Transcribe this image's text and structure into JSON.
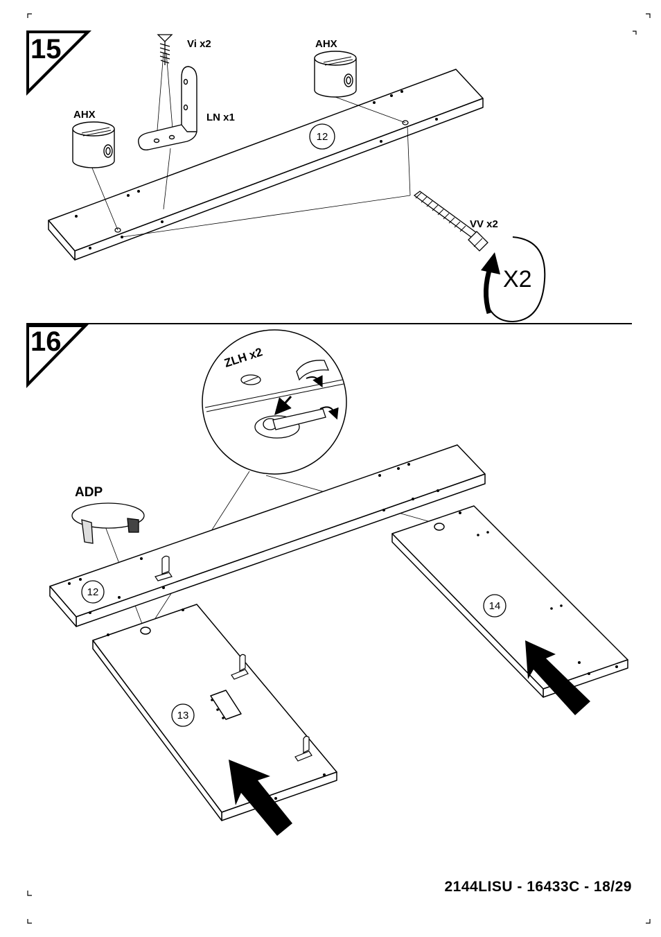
{
  "steps": [
    {
      "number": "15",
      "labels": {
        "screw": "Vi  x2",
        "bracket": "LN  x1",
        "cam_left": "AHX",
        "cam_right": "AHX",
        "bolt": "VV x2",
        "rotate": "X2"
      },
      "part": "12"
    },
    {
      "number": "16",
      "labels": {
        "detail": "ZLH x2",
        "cap": "ADP"
      },
      "parts": [
        "12",
        "13",
        "14"
      ]
    }
  ],
  "footer": "2144LISU  -  16433C  -  18/29"
}
